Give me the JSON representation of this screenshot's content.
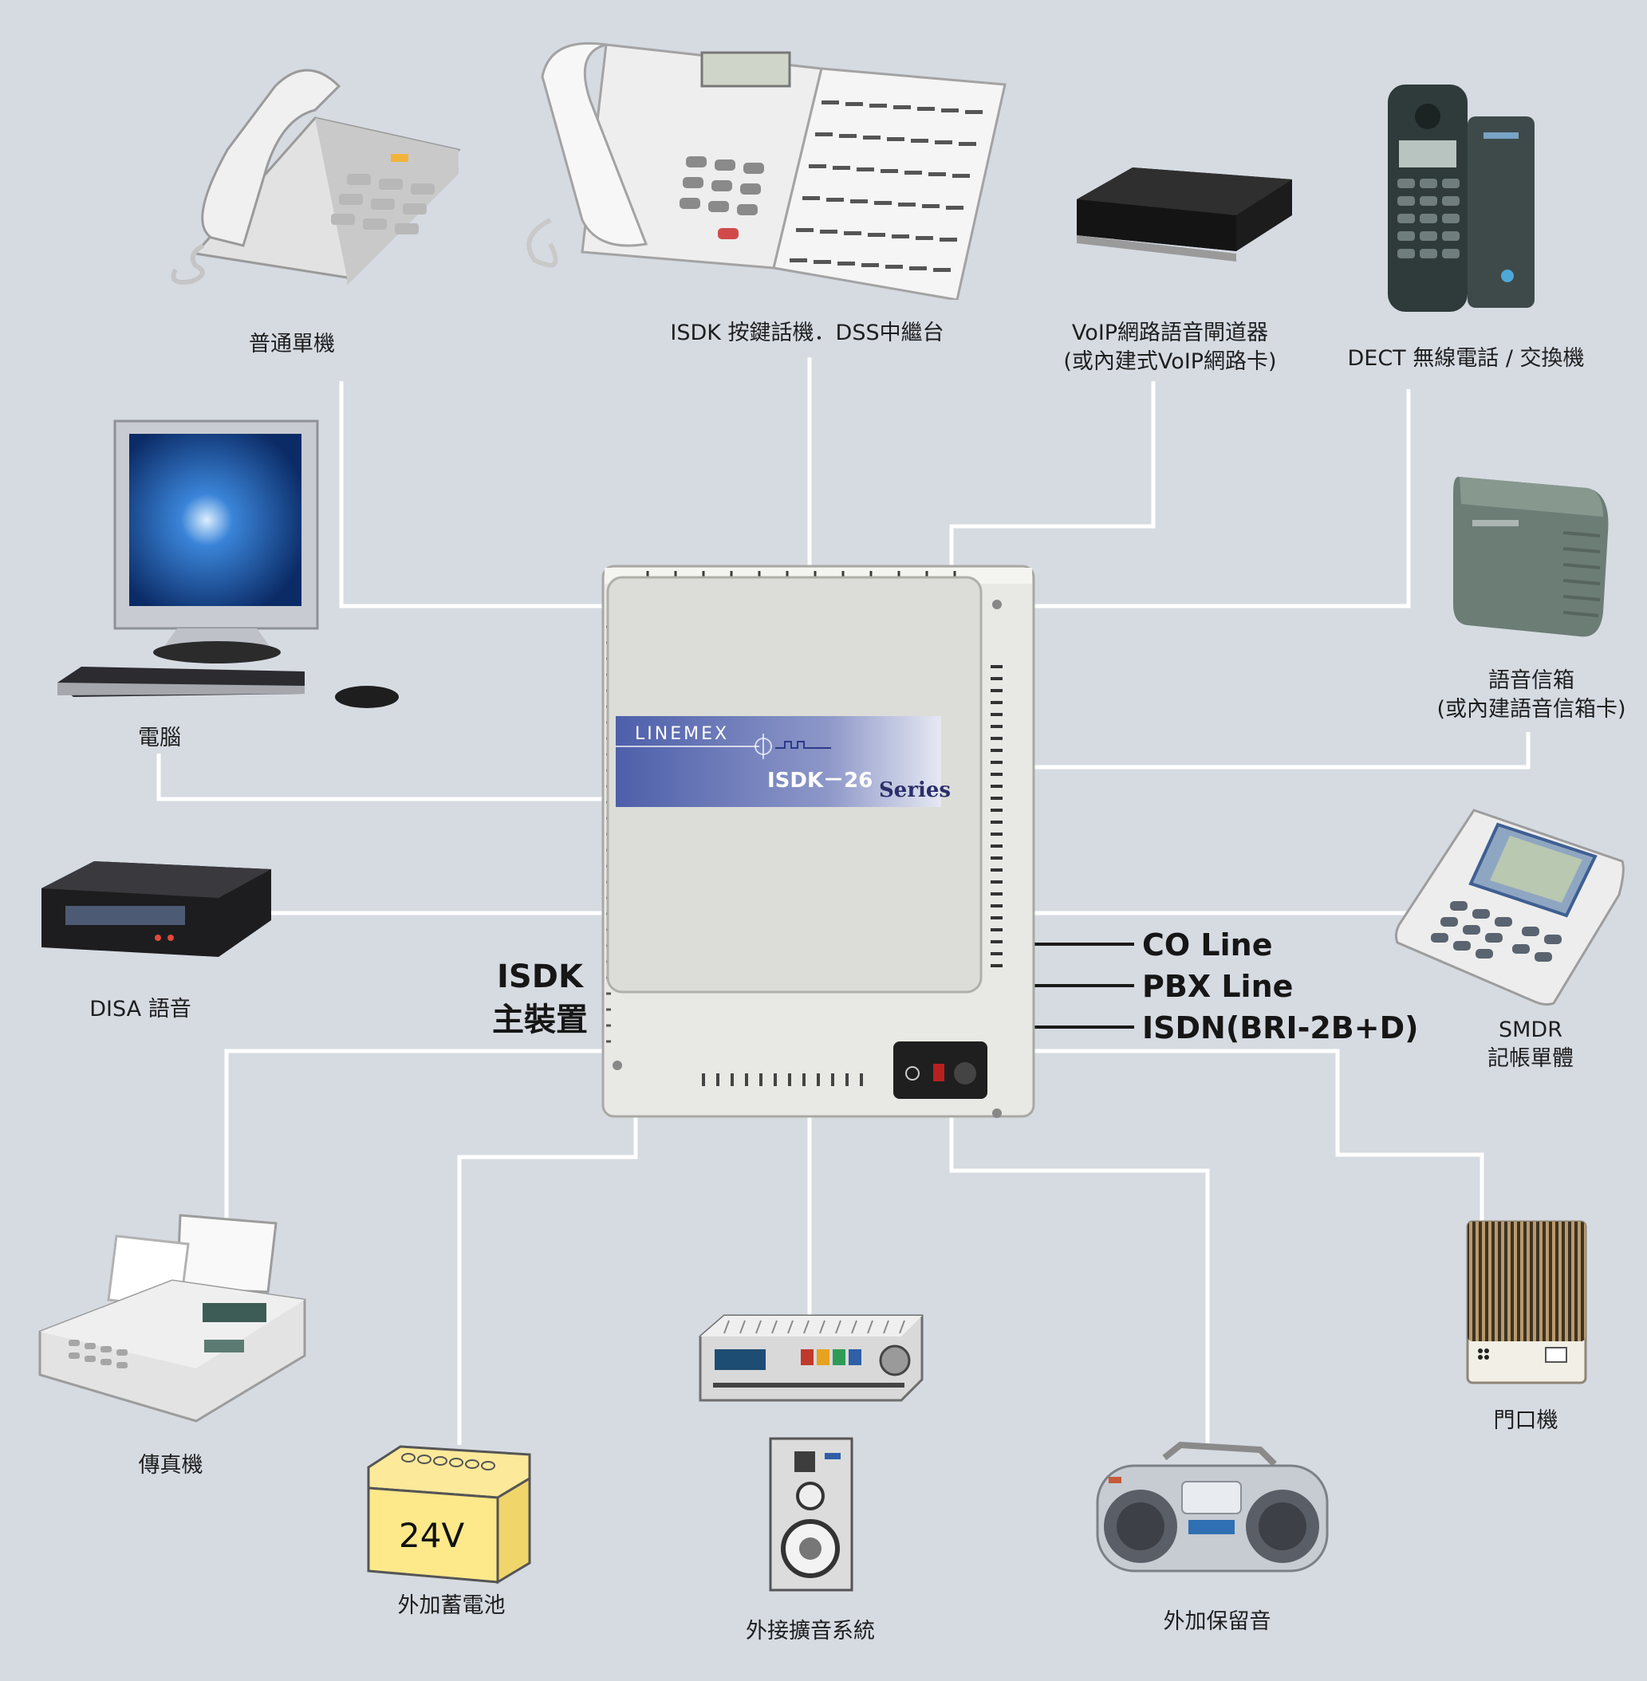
{
  "devices": {
    "single_phone": "普通單機",
    "isdk_phone": "ISDK 按鍵話機．DSS中繼台",
    "voip_line1": "VoIP網路語音閘道器",
    "voip_line2": "(或內建式VoIP網路卡)",
    "dect": "DECT 無線電話 / 交換機",
    "computer": "電腦",
    "voicemail_line1": "語音信箱",
    "voicemail_line2": "(或內建語音信箱卡)",
    "disa": "DISA 語音",
    "smdr_line1": "SMDR",
    "smdr_line2": "記帳單體",
    "fax": "傳真機",
    "door_phone": "門口機",
    "battery": "外加蓄電池",
    "battery_voltage": "24V",
    "paging": "外接擴音系統",
    "music_on_hold": "外加保留音"
  },
  "main_unit": {
    "title_line1": "ISDK",
    "title_line2": "主裝置",
    "brand": "LINEMEX",
    "model": "ISDK－26",
    "series": "Series"
  },
  "external_lines": [
    "CO Line",
    "PBX Line",
    "ISDN(BRI-2B+D)"
  ],
  "colors": {
    "background": "#d6dbe2",
    "connector": "#ffffff",
    "trunk_line": "#1a1a1a",
    "cabinet": "#e6e6e3",
    "nameplate": "#5e6fb5"
  }
}
